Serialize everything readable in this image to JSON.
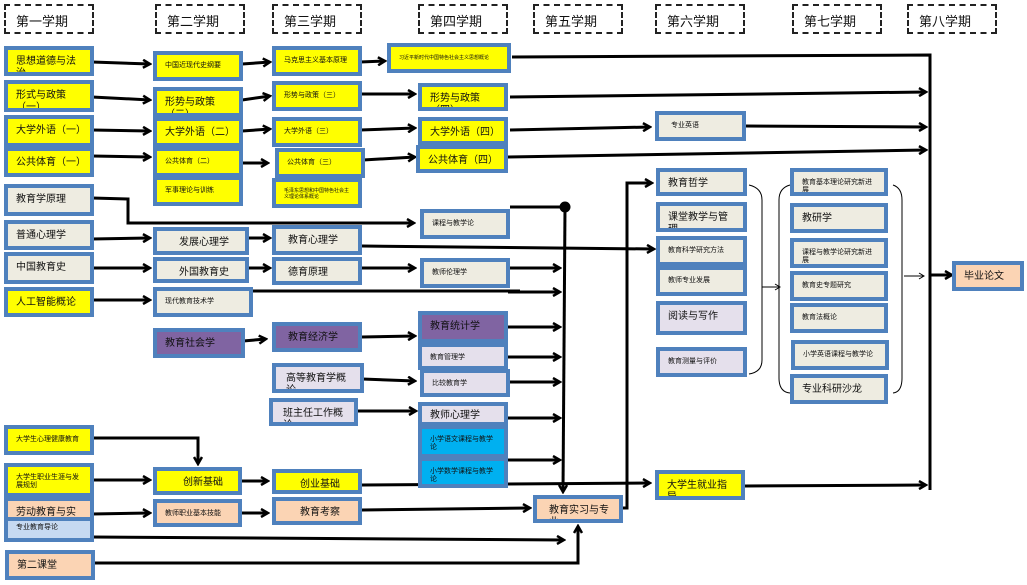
{
  "semesters": [
    "第一学期",
    "第二学期",
    "第三学期",
    "第四学期",
    "第五学期",
    "第六学期",
    "第七学期",
    "第八学期"
  ],
  "courses": {
    "s1": [
      "思想道德与法治",
      "形式与政策（一）",
      "大学外语（一）",
      "公共体育（一）",
      "教育学原理",
      "普通心理学",
      "中国教育史",
      "人工智能概论",
      "大学生心理健康教育",
      "大学生职业生涯与发展规划",
      "劳动教育与实践",
      "专业教育导论",
      "第二课堂"
    ],
    "s2": [
      "中国近现代史纲要",
      "形势与政策（二）",
      "大学外语（二）",
      "公共体育（二）",
      "军事理论与训练",
      "发展心理学",
      "外国教育史",
      "现代教育技术学",
      "教育社会学",
      "创新基础",
      "教师职业基本技能"
    ],
    "s3": [
      "马克思主义基本原理",
      "形势与政策（三）",
      "大学外语（三）",
      "公共体育（三）",
      "毛泽东思想和中国特色社会主义理论体系概论",
      "教育心理学",
      "德育原理",
      "教育经济学",
      "高等教育学概论",
      "班主任工作概论",
      "创业基础",
      "教育考察"
    ],
    "s4": [
      "习近平新时代中国特色社会主义思想概论",
      "形势与政策（四）",
      "大学外语（四）",
      "公共体育（四）",
      "课程与教学论",
      "教师伦理学",
      "教育统计学",
      "教育管理学",
      "比较教育学",
      "教师心理学",
      "小学语文课程与教学论",
      "小学数学课程与教学论"
    ],
    "s5": [
      "教育实习与专业"
    ],
    "s6": [
      "专业英语",
      "教育哲学",
      "课堂教学与管理",
      "教育科学研究方法",
      "教师专业发展",
      "阅读与写作",
      "教育测量与评价",
      "大学生就业指导"
    ],
    "s7": [
      "教育基本理论研究新进展",
      "教研学",
      "课程与教学论研究新进展",
      "教育史专题研究",
      "教育法概论",
      "小学英语课程与教学论",
      "专业科研沙龙"
    ],
    "s8": [
      "毕业论文"
    ]
  }
}
